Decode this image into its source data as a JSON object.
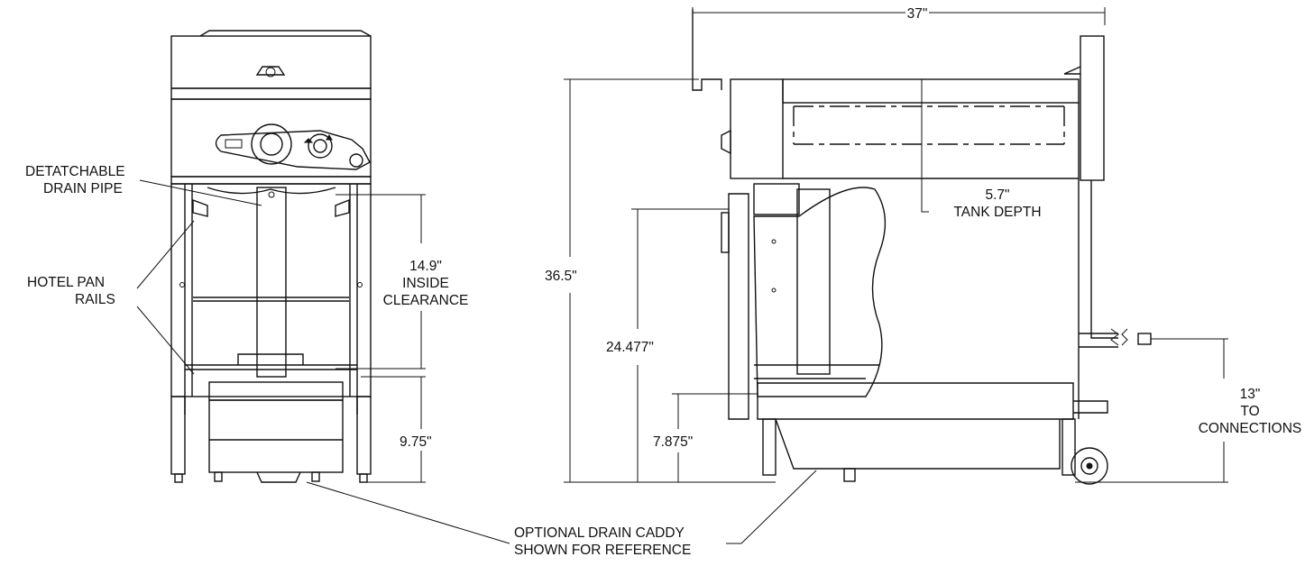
{
  "labels": {
    "detachable_drain_pipe": [
      "DETATCHABLE",
      "DRAIN PIPE"
    ],
    "hotel_pan_rails": [
      "HOTEL PAN",
      "RAILS"
    ],
    "inside_clearance": [
      "14.9\"",
      "INSIDE",
      "CLEARANCE"
    ],
    "caddy_height": "9.75\"",
    "overall_depth": "37\"",
    "tank_depth": [
      "5.7\"",
      "TANK DEPTH"
    ],
    "overall_height": "36.5\"",
    "tank_bottom_height": "24.477\"",
    "caddy_top_height": "7.875\"",
    "connections_height": [
      "13\"",
      "TO",
      "CONNECTIONS"
    ],
    "optional_drain_caddy": [
      "OPTIONAL DRAIN CADDY",
      "SHOWN FOR REFERENCE"
    ]
  }
}
